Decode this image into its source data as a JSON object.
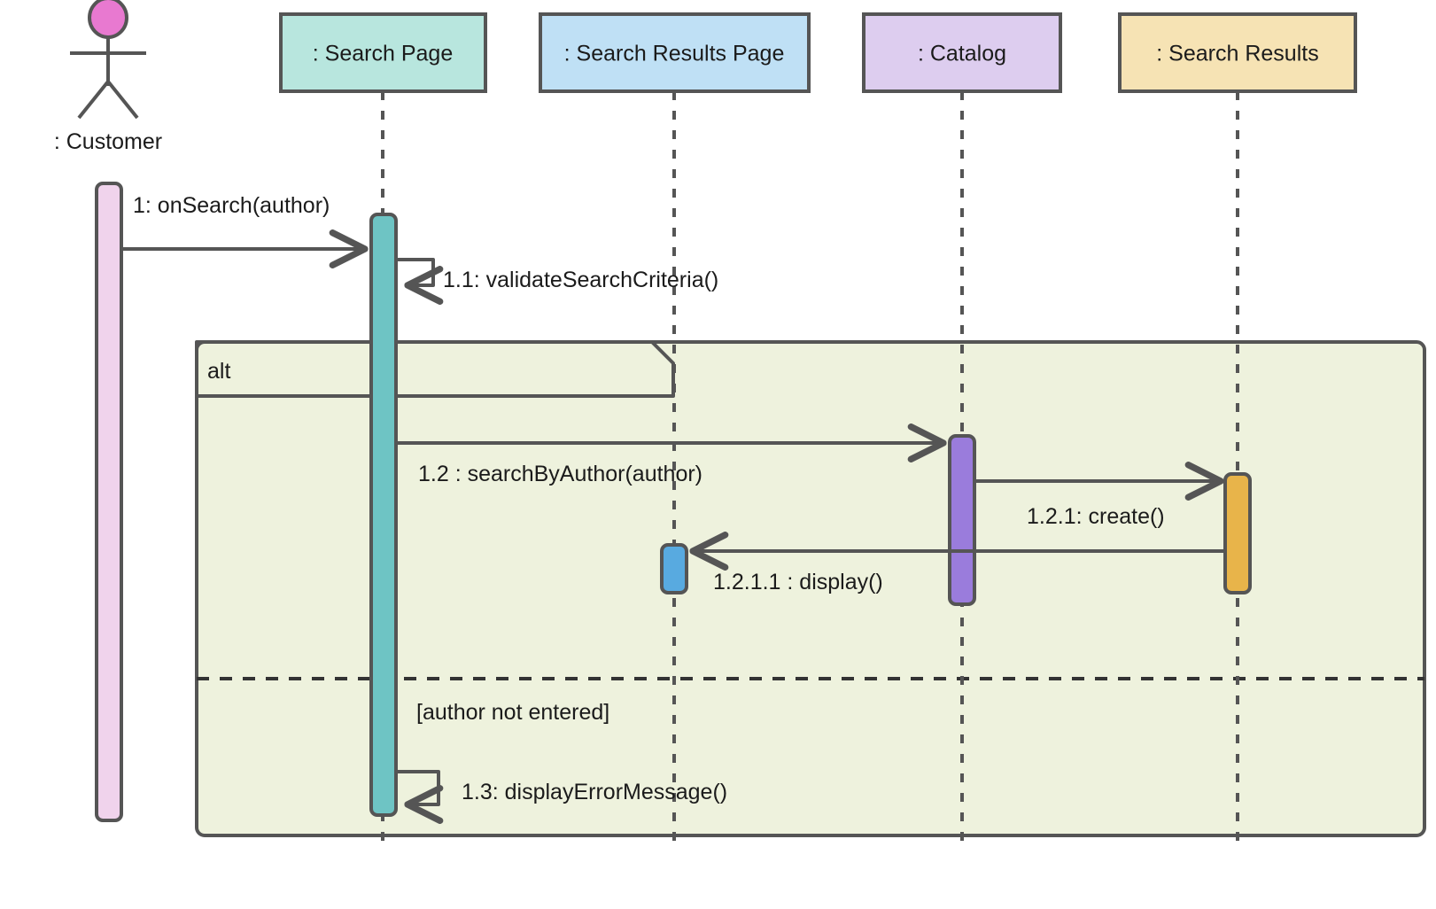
{
  "diagram": {
    "type": "uml-sequence-diagram",
    "title": "Search by Author Sequence Diagram",
    "background_color": "#ffffff",
    "line_color": "#555555",
    "text_color": "#1b1b1b"
  },
  "actor": {
    "name": "customer-actor",
    "label": ": Customer",
    "head_fill": "#e879d0",
    "activation_fill": "#f0d3ec"
  },
  "lifelines": [
    {
      "id": "search-page",
      "label": ": Search Page",
      "fill": "#b8e6de",
      "activation_fill": "#6ec4c4"
    },
    {
      "id": "search-results-page",
      "label": ": Search Results Page",
      "fill": "#bfe0f5",
      "activation_fill": "#58aae0"
    },
    {
      "id": "catalog",
      "label": ": Catalog",
      "fill": "#ddcdef",
      "activation_fill": "#9a7cdc"
    },
    {
      "id": "search-results",
      "label": ": Search Results",
      "fill": "#f6e3b4",
      "activation_fill": "#e8b44a"
    }
  ],
  "messages": [
    {
      "id": "msg-1",
      "label": "1: onSearch(author)",
      "from": "customer-actor",
      "to": "search-page",
      "kind": "call"
    },
    {
      "id": "msg-1-1",
      "label": "1.1: validateSearchCriteria()",
      "from": "search-page",
      "to": "search-page",
      "kind": "self-call"
    },
    {
      "id": "msg-1-2",
      "label": "1.2 : searchByAuthor(author)",
      "from": "search-page",
      "to": "catalog",
      "kind": "call"
    },
    {
      "id": "msg-1-2-1",
      "label": "1.2.1: create()",
      "from": "catalog",
      "to": "search-results",
      "kind": "call"
    },
    {
      "id": "msg-1-2-1-1",
      "label": "1.2.1.1 : display()",
      "from": "search-results",
      "to": "search-results-page",
      "kind": "call"
    },
    {
      "id": "msg-1-3",
      "label": "1.3: displayErrorMessage()",
      "from": "search-page",
      "to": "search-page",
      "kind": "self-call"
    }
  ],
  "fragment": {
    "id": "alt-fragment",
    "operator": "alt",
    "fill": "#eef2dd",
    "border_color": "#555555",
    "guards": [
      {
        "id": "guard-1",
        "label": ""
      },
      {
        "id": "guard-2",
        "label": "[author not entered]"
      }
    ]
  }
}
